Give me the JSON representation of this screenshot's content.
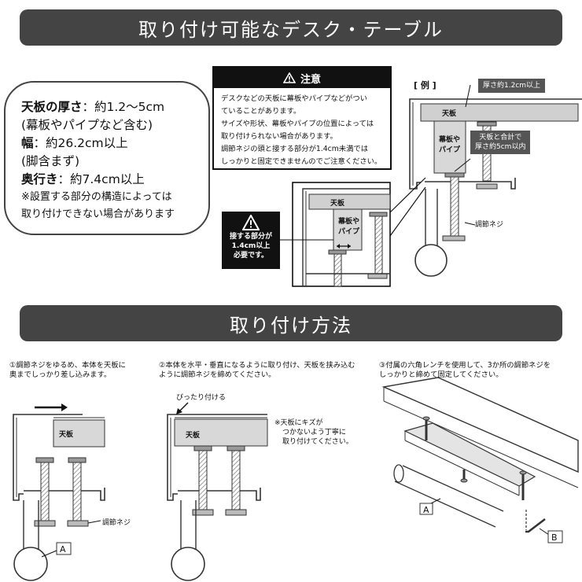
{
  "banner_top": "取り付け可能なデスク・テーブル",
  "banner_mid": "取り付け方法",
  "spec": {
    "thickness_label": "天板の厚さ",
    "thickness_value": "：約1.2〜5cm",
    "thickness_note": "(幕板やパイプなど含む)",
    "width_label": "幅",
    "width_value": "：約26.2cm以上",
    "width_note": "(脚含まず)",
    "depth_label": "奥行き",
    "depth_value": "：約7.4cm以上",
    "note_1": "※設置する部分の構造によっては",
    "note_2": "取り付けできない場合があります"
  },
  "caution": {
    "title": "注意",
    "lines": [
      "デスクなどの天板に幕板やパイプなどがつい",
      "ていることがあります。",
      "サイズや形状、幕板やパイプの位置によっては",
      "取り付けられない場合があります。",
      "調節ネジの頭と接する部分が1.4cm未満では",
      "しっかりと固定できませんのでご注意ください。"
    ]
  },
  "alert": {
    "line1": "接する部分が",
    "line2": "1.4cm以上",
    "line3": "必要です。"
  },
  "example": {
    "title": "[ 例 ]",
    "thick_tag": "厚さ約1.2cm以上",
    "total_tag_1": "天板と合計で",
    "total_tag_2": "厚さ約5cm以内",
    "board": "天板",
    "apron_1": "幕板や",
    "apron_2": "パイプ",
    "screw": "調節ネジ"
  },
  "steps": {
    "s1_1": "①調節ネジをゆるめ、本体を天板に",
    "s1_2": "奥までしっかり差し込みます。",
    "s2_1": "②本体を水平・垂直になるように取り付け、天板を挟み込む",
    "s2_2": "ように調節ネジを締めてください。",
    "s3_1": "③付属の六角レンチを使用して、3か所の調節ネジを",
    "s3_2": "しっかりと締めて固定してください。",
    "board": "天板",
    "screw": "調節ネジ",
    "attach": "ぴったり付ける",
    "care_1": "※天板にキズが",
    "care_2": "つかないよう丁寧に",
    "care_3": "取り付けてください。",
    "part_a": "A",
    "part_b": "B"
  }
}
